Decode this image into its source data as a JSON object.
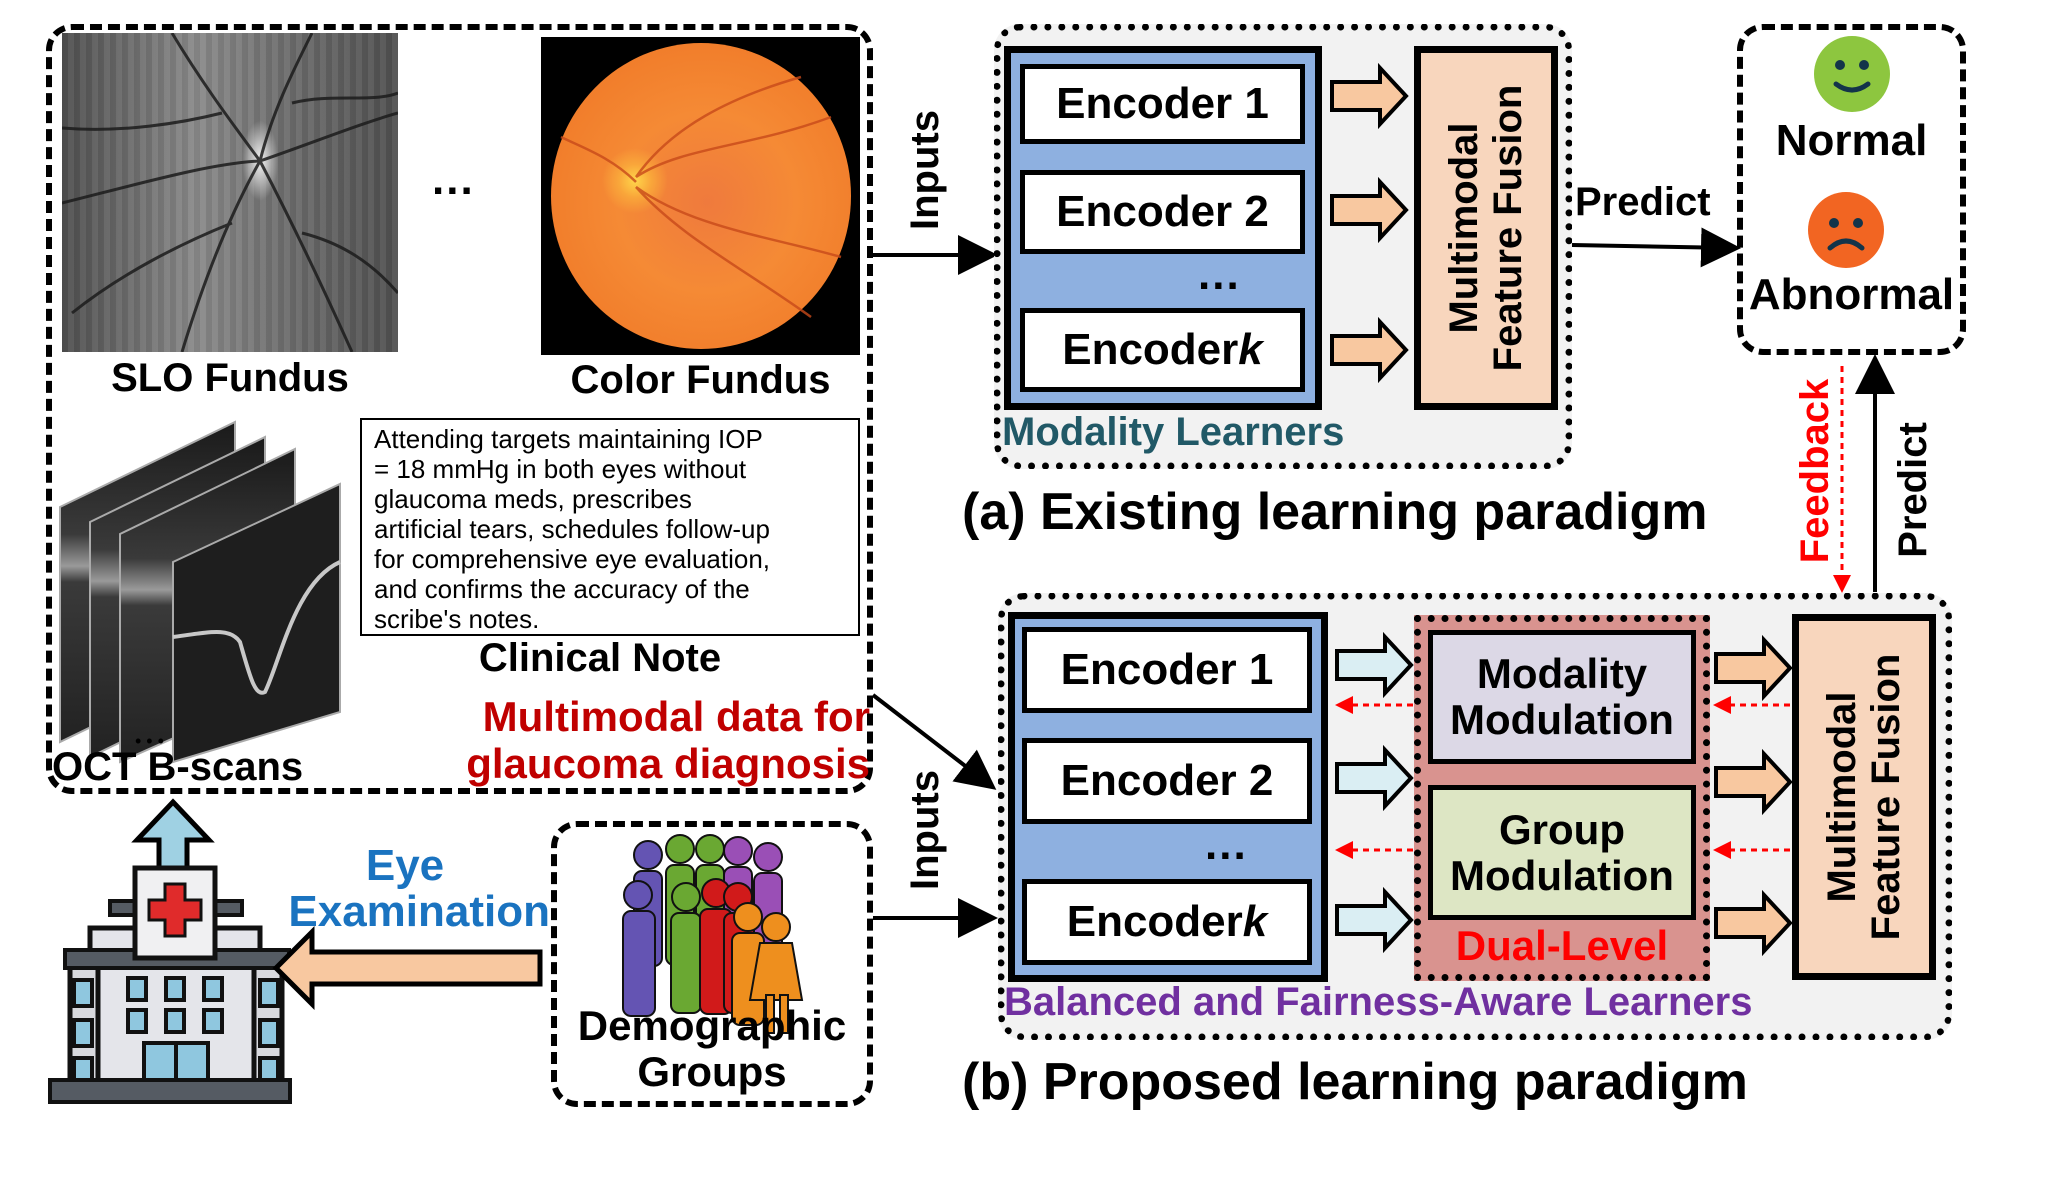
{
  "multimodal_data": {
    "title_line1": "Multimodal data for",
    "title_line2": "glaucoma diagnosis",
    "title_color": "#c00000",
    "slo_label": "SLO Fundus",
    "color_label": "Color Fundus",
    "ellipsis": "...",
    "oct_label": "OCT B-scans",
    "clinical_note_label": "Clinical Note",
    "clinical_note_lines": [
      "Attending targets maintaining IOP",
      "= 18 mmHg in both eyes without",
      "glaucoma meds, prescribes",
      "artificial tears, schedules follow-up",
      "for comprehensive eye evaluation,",
      "and confirms the accuracy of the",
      "scribe's notes."
    ]
  },
  "hospital": {
    "eye_exam_line1": "Eye",
    "eye_exam_line2": "Examination",
    "eye_exam_color": "#1a73c0"
  },
  "demographics": {
    "line1": "Demographic",
    "line2": "Groups"
  },
  "existing": {
    "inputs_label": "Inputs",
    "encoders": [
      "Encoder 1",
      "Encoder 2",
      "Encoder k"
    ],
    "ellipsis": "...",
    "fusion_line1": "Multimodal",
    "fusion_line2": "Feature Fusion",
    "learners_label": "Modality Learners",
    "learners_color": "#215967",
    "predict_label": "Predict",
    "caption": "(a) Existing learning paradigm"
  },
  "outputs": {
    "normal_label": "Normal",
    "abnormal_label": "Abnormal",
    "normal_color": "#8dc63f",
    "abnormal_color": "#f26522"
  },
  "links": {
    "feedback_label": "Feedback",
    "feedback_color": "#ff0000",
    "predict_label": "Predict"
  },
  "proposed": {
    "inputs_label": "Inputs",
    "encoders": [
      "Encoder 1",
      "Encoder 2",
      "Encoder k"
    ],
    "ellipsis": "...",
    "modality_modulation_line1": "Modality",
    "modality_modulation_line2": "Modulation",
    "group_modulation_line1": "Group",
    "group_modulation_line2": "Modulation",
    "dual_level_label": "Dual-Level",
    "dual_level_color": "#ff0000",
    "fusion_line1": "Multimodal",
    "fusion_line2": "Feature Fusion",
    "learners_label": "Balanced and Fairness-Aware Learners",
    "learners_color": "#7030a0",
    "caption": "(b) Proposed learning paradigm"
  }
}
